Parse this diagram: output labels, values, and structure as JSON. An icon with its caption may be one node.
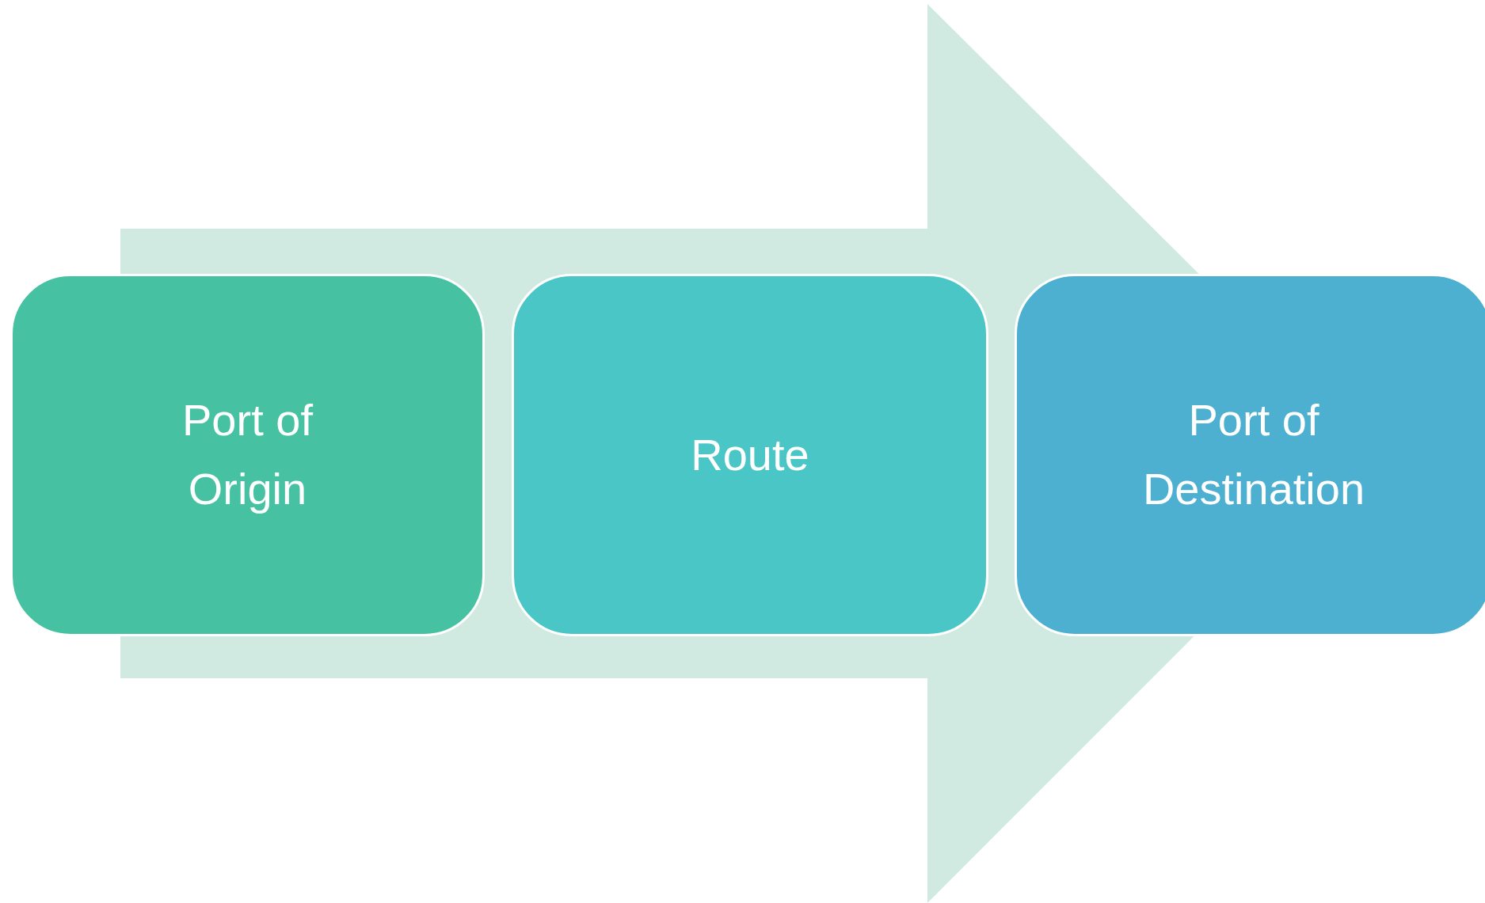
{
  "diagram": {
    "nodes": [
      {
        "text": [
          "Port of Origin"
        ]
      },
      {
        "text": [
          "Route"
        ]
      },
      {
        "text": [
          "Port of Destination"
        ]
      }
    ],
    "edges": [
      {
        "from": 0,
        "to": 2,
        "arrow": "to"
      }
    ]
  }
}
